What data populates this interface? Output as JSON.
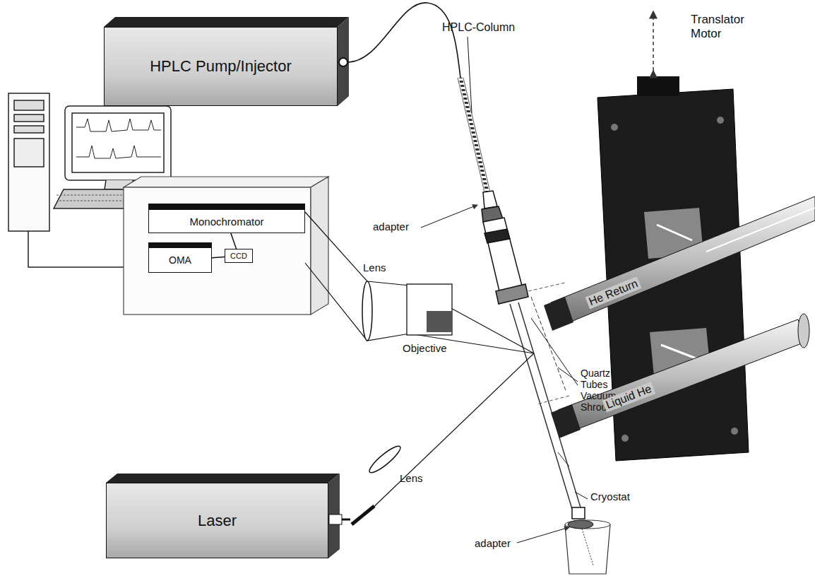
{
  "diagram": {
    "nodes": [
      {
        "text": [
          "HPLC Pump/Injector"
        ]
      },
      {
        "text": [
          "Monochromator"
        ]
      },
      {
        "text": [
          "OMA"
        ]
      },
      {
        "text": [
          "CCD"
        ]
      },
      {
        "text": [
          "Laser"
        ]
      }
    ],
    "edges": [
      {
        "from": 2,
        "to": 3,
        "arrow": "none"
      },
      {
        "from": 3,
        "to": 1,
        "arrow": "none"
      }
    ],
    "labels": [
      "HPLC-Column",
      "Translator Motor",
      "adapter",
      "He Return",
      "Quartz Tubes Vacuum Shroud",
      "Lens",
      "Objective",
      "Liquid He",
      "Lens",
      "Cryostat",
      "adapter"
    ]
  }
}
